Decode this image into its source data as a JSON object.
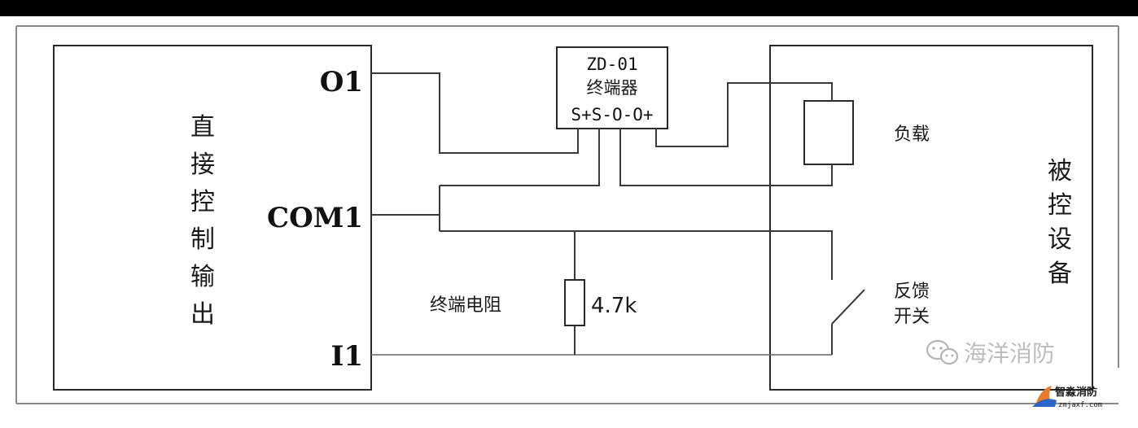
{
  "left_block": {
    "title_chars": [
      "直",
      "接",
      "控",
      "制",
      "输",
      "出"
    ],
    "port_o1": "O1",
    "port_com1": "COM1",
    "port_i1": "I1"
  },
  "terminal_device": {
    "line1": "ZD-01",
    "line2": "终端器",
    "line3": "S+S-O-O+"
  },
  "resistor": {
    "name": "终端电阻",
    "value": "4.7k"
  },
  "right_block": {
    "title_chars": [
      "被",
      "控",
      "设",
      "备"
    ],
    "load_label": "负载",
    "feedback_line1": "反馈",
    "feedback_line2": "开关"
  },
  "watermarks": {
    "main": "海洋消防",
    "corner": "智淼消防",
    "corner_small": "zmjaxf.com"
  },
  "colors": {
    "top_bar": "#000000",
    "border": "#7a7a7a",
    "line": "#3a3a3a",
    "watermark": "#bdbdbd"
  }
}
